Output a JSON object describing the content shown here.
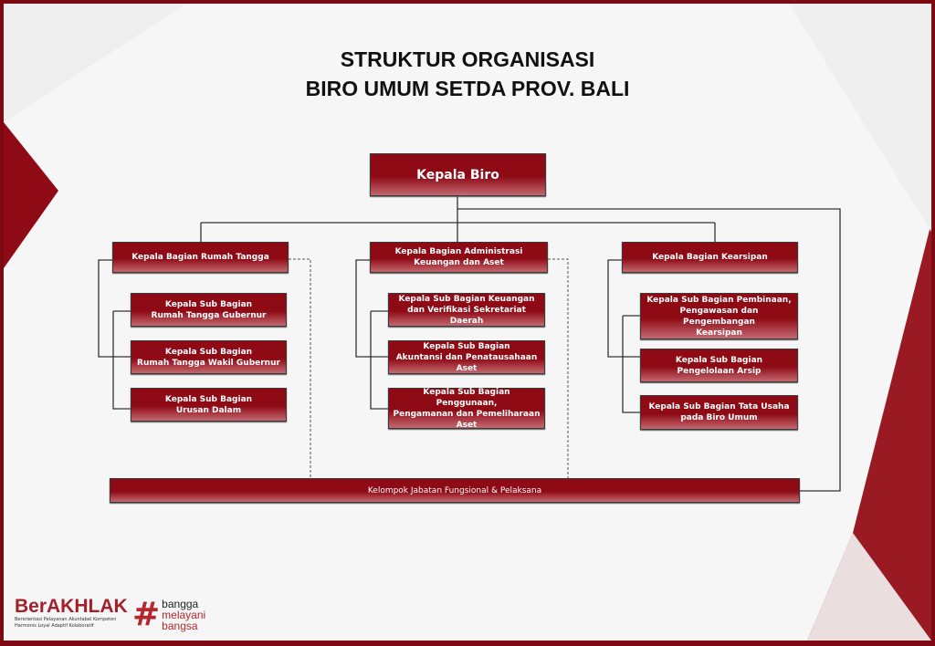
{
  "title": {
    "line1": "STRUKTUR ORGANISASI",
    "line2": "BIRO UMUM SETDA PROV. BALI"
  },
  "head": "Kepala Biro",
  "bagian": [
    {
      "label": "Kepala Bagian Rumah Tangga",
      "subs": [
        "Kepala Sub Bagian\nRumah Tangga Gubernur",
        "Kepala Sub Bagian\nRumah Tangga Wakil Gubernur",
        "Kepala Sub Bagian\nUrusan Dalam"
      ]
    },
    {
      "label": "Kepala Bagian Administrasi\nKeuangan dan Aset",
      "subs": [
        "Kepala Sub Bagian Keuangan\ndan Verifikasi Sekretariat Daerah",
        "Kepala Sub Bagian\nAkuntansi dan Penatausahaan Aset",
        "Kepala Sub Bagian Penggunaan,\nPengamanan dan Pemeliharaan\nAset"
      ]
    },
    {
      "label": "Kepala Bagian Kearsipan",
      "subs": [
        "Kepala Sub Bagian Pembinaan,\nPengawasan dan Pengembangan\nKearsipan",
        "Kepala Sub Bagian\nPengelolaan Arsip",
        "Kepala Sub Bagian Tata Usaha\npada Biro Umum"
      ]
    }
  ],
  "fungsional": "Kelompok Jabatan Fungsional & Pelaksana",
  "footer": {
    "berakhlak": "BerAKHLAK",
    "tagline1": "Berorientasi Pelayanan Akuntabel Kompeten",
    "tagline2": "Harmonis Loyal Adaptif Kolaboratif",
    "hash1": "bangga",
    "hash2": "melayani",
    "hash3": "bangsa"
  },
  "colors": {
    "brand": "#8e0b16"
  }
}
